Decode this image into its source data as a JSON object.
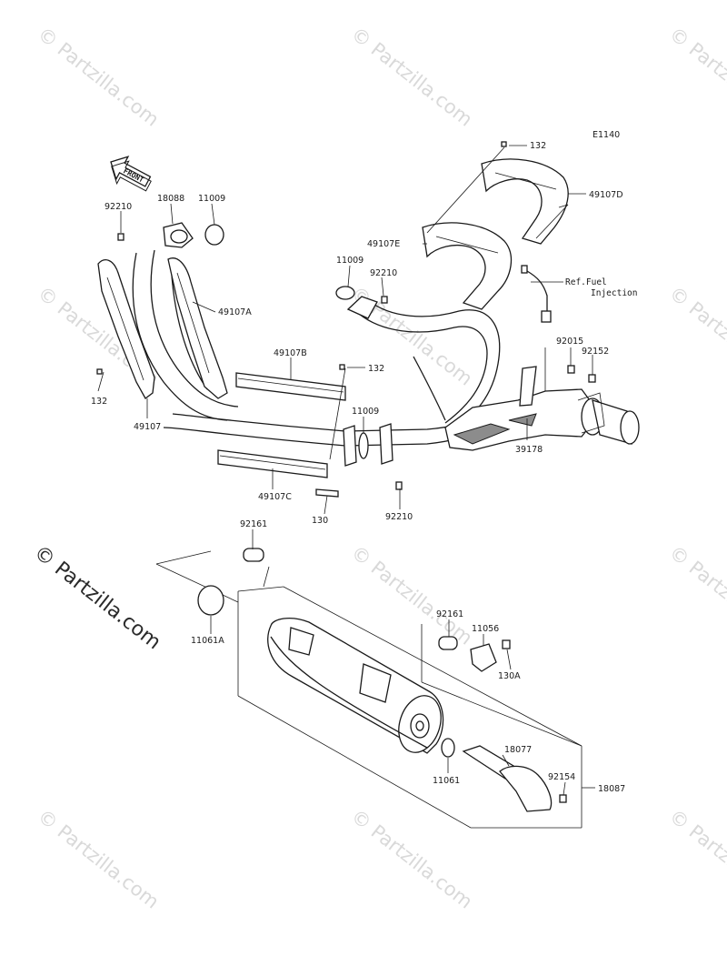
{
  "diagram_code": "E1140",
  "front_label": "FRONT",
  "copyright": "© Partzilla.com",
  "watermark": "© Partzilla.com",
  "ref_note": {
    "line1": "Ref.Fuel",
    "line2": "Injection"
  },
  "labels": {
    "p132_top": "132",
    "p49107D": "49107D",
    "p49107E": "49107E",
    "p92210_left": "92210",
    "p18088": "18088",
    "p11009_left": "11009",
    "p11009_mid": "11009",
    "p92210_mid": "92210",
    "p49107A": "49107A",
    "p49107B": "49107B",
    "p132_mid": "132",
    "p132_left": "132",
    "p49107": "49107",
    "p11009_center": "11009",
    "p92015": "92015",
    "p92152": "92152",
    "p39178": "39178",
    "p49107C": "49107C",
    "p130": "130",
    "p92210_bottom": "92210",
    "p92161_top": "92161",
    "p11061A": "11061A",
    "p92161_mid": "92161",
    "p11056": "11056",
    "p130A": "130A",
    "p18077": "18077",
    "p92154": "92154",
    "p11061": "11061",
    "p18087": "18087"
  }
}
